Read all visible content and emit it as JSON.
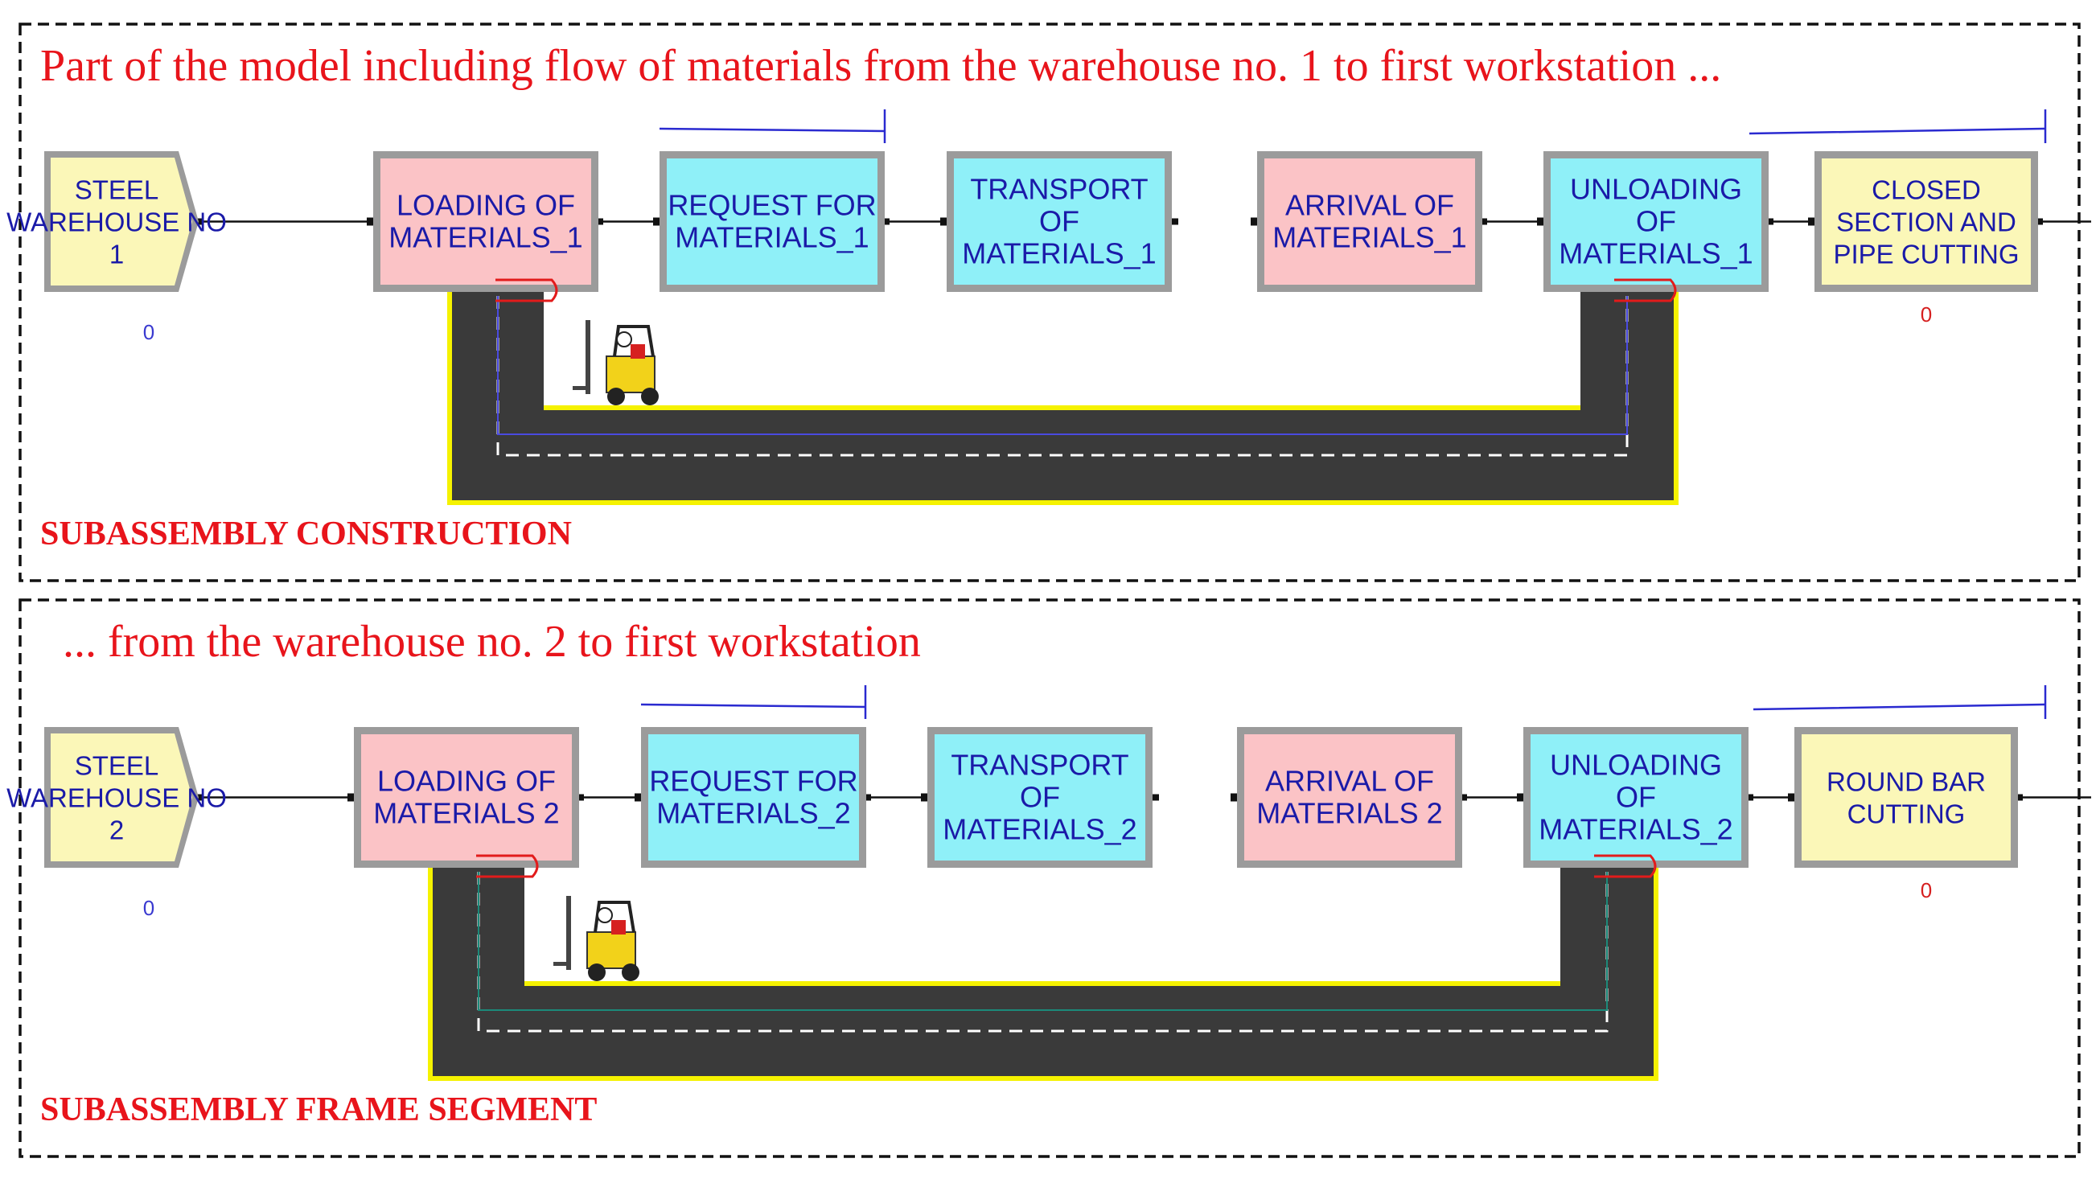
{
  "colors": {
    "heading": "#e8141b",
    "block_text": "#1a1aa8",
    "create_fill": "#fbf7b8",
    "pink_fill": "#fbc3c6",
    "cyan_fill": "#8ff0f8",
    "process_fill": "#fbf7b8",
    "path_asphalt": "#3a3a3a",
    "path_border": "#f5f200",
    "counter_blue": "#3a3ad0",
    "counter_red": "#d62020"
  },
  "panels": [
    {
      "heading": "Part of the model including flow of materials from the warehouse no. 1 to first workstation ...",
      "caption": "SUBASSEMBLY CONSTRUCTION",
      "blocks": [
        {
          "kind": "create",
          "lines": [
            "STEEL",
            "WAREHOUSE NO",
            "1"
          ],
          "fill": "yellow"
        },
        {
          "kind": "module",
          "lines": [
            "LOADING OF",
            "MATERIALS_1"
          ],
          "fill": "pink"
        },
        {
          "kind": "module",
          "lines": [
            "REQUEST FOR",
            "MATERIALS_1"
          ],
          "fill": "cyan"
        },
        {
          "kind": "module",
          "lines": [
            "TRANSPORT",
            "OF",
            "MATERIALS_1"
          ],
          "fill": "cyan"
        },
        {
          "kind": "module",
          "lines": [
            "ARRIVAL OF",
            "MATERIALS_1"
          ],
          "fill": "pink"
        },
        {
          "kind": "module",
          "lines": [
            "UNLOADING",
            "OF",
            "MATERIALS_1"
          ],
          "fill": "cyan"
        },
        {
          "kind": "module",
          "lines": [
            "CLOSED",
            "SECTION AND",
            "PIPE CUTTING"
          ],
          "fill": "yellow"
        }
      ],
      "counters": [
        {
          "value": "0",
          "color": "blue"
        },
        {
          "value": "0",
          "color": "red"
        }
      ]
    },
    {
      "heading": "... from the warehouse no. 2 to first workstation",
      "caption": "SUBASSEMBLY FRAME SEGMENT",
      "blocks": [
        {
          "kind": "create",
          "lines": [
            "STEEL",
            "WAREHOUSE NO",
            "2"
          ],
          "fill": "yellow"
        },
        {
          "kind": "module",
          "lines": [
            "LOADING OF",
            "MATERIALS 2"
          ],
          "fill": "pink"
        },
        {
          "kind": "module",
          "lines": [
            "REQUEST FOR",
            "MATERIALS_2"
          ],
          "fill": "cyan"
        },
        {
          "kind": "module",
          "lines": [
            "TRANSPORT",
            "OF",
            "MATERIALS_2"
          ],
          "fill": "cyan"
        },
        {
          "kind": "module",
          "lines": [
            "ARRIVAL OF",
            "MATERIALS 2"
          ],
          "fill": "pink"
        },
        {
          "kind": "module",
          "lines": [
            "UNLOADING",
            "OF",
            "MATERIALS_2"
          ],
          "fill": "cyan"
        },
        {
          "kind": "module",
          "lines": [
            "ROUND BAR",
            "CUTTING"
          ],
          "fill": "yellow"
        }
      ],
      "counters": [
        {
          "value": "0",
          "color": "blue"
        },
        {
          "value": "0",
          "color": "red"
        }
      ]
    }
  ]
}
